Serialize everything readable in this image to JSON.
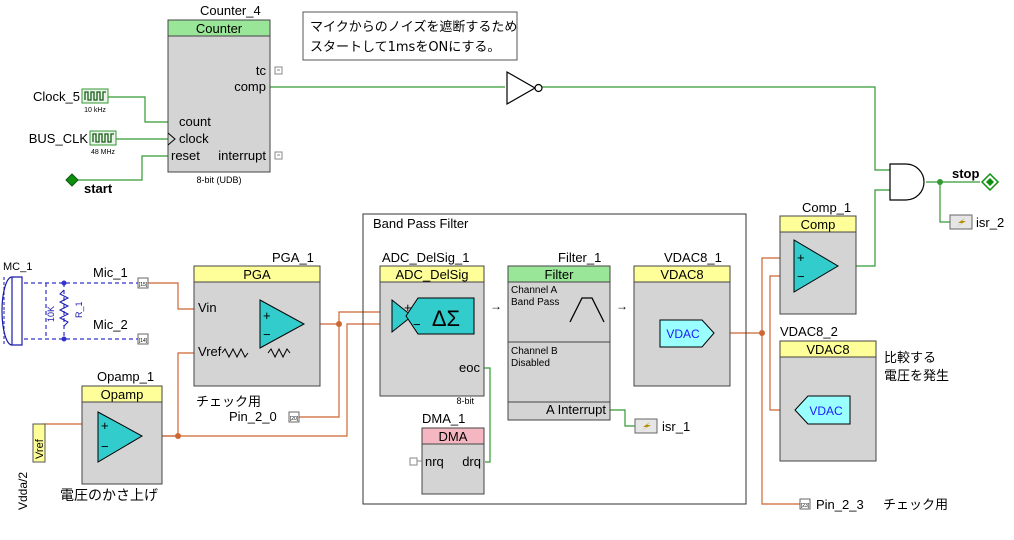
{
  "colors": {
    "block_fill": "#d4d4d4",
    "header_yellow": "#ffff99",
    "header_green": "#99e699",
    "header_pink": "#f4b7c2",
    "symbol_cyan": "#33cccc",
    "vdac_fill": "#99ffff",
    "wire_green": "#339933",
    "wire_orange": "#cc6633",
    "wire_blue": "#3333cc",
    "terminal_green": "#0f8f0f"
  },
  "counter": {
    "instance": "Counter_4",
    "header": "Counter",
    "pin_tc": "tc",
    "pin_comp": "comp",
    "pin_count": "count",
    "pin_clock": "clock",
    "pin_reset": "reset",
    "pin_interrupt": "interrupt",
    "footer": "8-bit (UDB)"
  },
  "note": {
    "line1": "マイクからのノイズを遮断するため",
    "line2": "スタートして1msをONにする。"
  },
  "clock5": {
    "label": "Clock_5",
    "freq": "10 kHz"
  },
  "bus_clk": {
    "label": "BUS_CLK",
    "freq": "48 MHz"
  },
  "start": {
    "label": "start"
  },
  "stop": {
    "label": "stop"
  },
  "isr2": {
    "label": "isr_2"
  },
  "isr1": {
    "label": "isr_1"
  },
  "comp": {
    "instance": "Comp_1",
    "header": "Comp"
  },
  "band_pass": {
    "title": "Band Pass Filter"
  },
  "adc": {
    "instance": "ADC_DelSig_1",
    "header": "ADC_DelSig",
    "pin_eoc": "eoc",
    "footer": "8-bit"
  },
  "filter": {
    "instance": "Filter_1",
    "header": "Filter",
    "ch_a_line1": "Channel A",
    "ch_a_line2": "Band Pass",
    "ch_b_line1": "Channel B",
    "ch_b_line2": "Disabled",
    "interrupt": "A Interrupt"
  },
  "vdac1": {
    "instance": "VDAC8_1",
    "header": "VDAC8",
    "body": "VDAC"
  },
  "vdac2": {
    "instance": "VDAC8_2",
    "header": "VDAC8",
    "body": "VDAC"
  },
  "compare_note": {
    "line1": "比較する",
    "line2": "電圧を発生"
  },
  "mic": {
    "label": "MC_1",
    "res_value": "10K",
    "res_name": "R_1"
  },
  "mic1": {
    "label": "Mic_1",
    "pin": "[15]"
  },
  "mic2": {
    "label": "Mic_2",
    "pin": "[14]"
  },
  "pga": {
    "instance": "PGA_1",
    "header": "PGA",
    "pin_vin": "Vin",
    "pin_vref": "Vref"
  },
  "check1": {
    "label": "チェック用"
  },
  "pin20": {
    "label": "Pin_2_0",
    "pin": "[20]"
  },
  "dma": {
    "instance": "DMA_1",
    "header": "DMA",
    "pin_nrq": "nrq",
    "pin_drq": "drq"
  },
  "opamp": {
    "instance": "Opamp_1",
    "header": "Opamp",
    "label": "電圧のかさ上げ"
  },
  "vref": {
    "vert_label": "Vdda/2",
    "box": "Vref"
  },
  "pin23": {
    "label": "Pin_2_3",
    "pin": "[23]",
    "note": "チェック用"
  },
  "symbols": {
    "plus": "+",
    "minus": "−",
    "delta_sigma": "ΔΣ",
    "arrow": "→"
  }
}
